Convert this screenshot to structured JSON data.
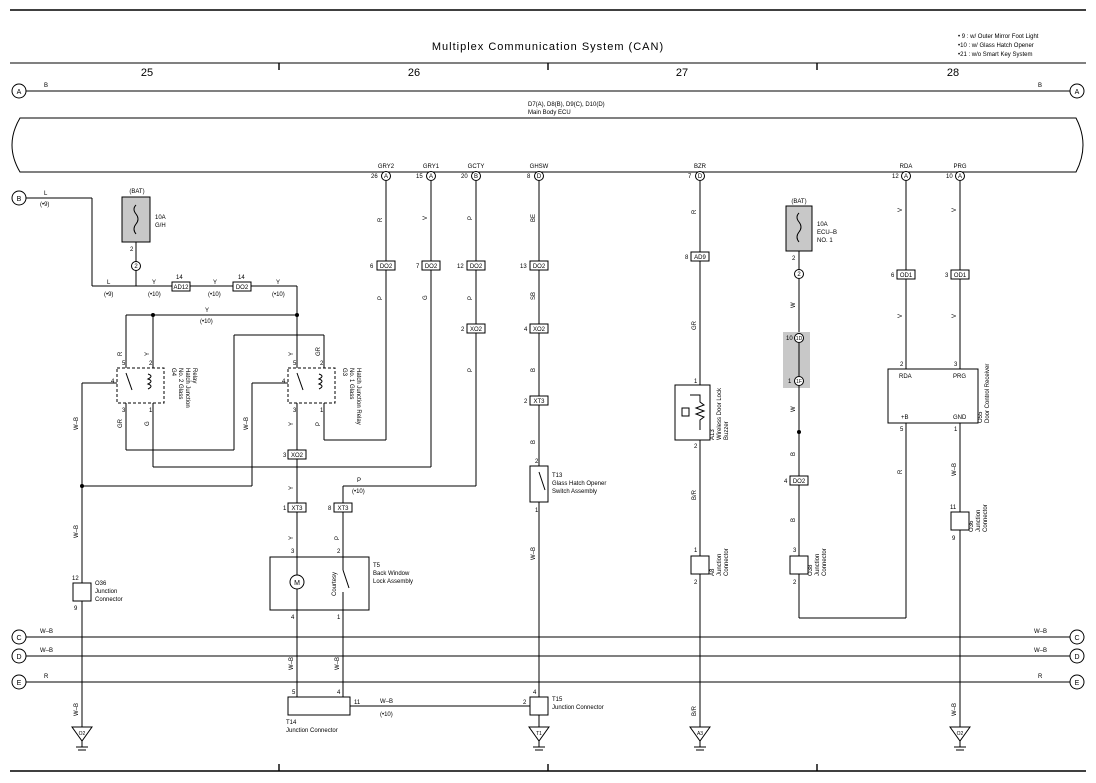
{
  "title": "Multiplex Communication System (CAN)",
  "notes": [
    "• 9 : w/ Outer Mirror Foot Light",
    "•10 : w/ Glass Hatch Opener",
    "•21 : w/o Smart Key System"
  ],
  "columns": [
    "25",
    "26",
    "27",
    "28"
  ],
  "buses": [
    {
      "letter": "A",
      "color": "B"
    },
    {
      "letter": "C",
      "color": "W–B"
    },
    {
      "letter": "D",
      "color": "W–B"
    },
    {
      "letter": "E",
      "color": "R"
    }
  ],
  "ecu": {
    "codes": "D7(A), D8(B), D9(C), D10(D)",
    "name": "Main Body ECU"
  },
  "input_b": {
    "letter": "B",
    "color": "L",
    "note": "(•9)"
  },
  "fuse_gh": {
    "source": "(BAT)",
    "rating": "10A",
    "name": "G/H",
    "pin": "2",
    "connector": "2"
  },
  "wire_y": {
    "color": "Y",
    "note": "(•10)"
  },
  "wire_wb": {
    "color": "W–B",
    "note": "(•10)"
  },
  "connectors": {
    "ad12": {
      "name": "AD12",
      "pin": "14"
    },
    "do2_top": {
      "name": "DO2",
      "pin": "14"
    },
    "xo2_left": {
      "name": "XO2",
      "pin": "3"
    },
    "xt3_a": {
      "name": "XT3",
      "pin": "1"
    },
    "xt3_b": {
      "name": "XT3",
      "pin": "8"
    }
  },
  "relay2": {
    "pins": [
      "5",
      "2",
      "4",
      "3",
      "1"
    ],
    "code": "G4",
    "name1": "No. 2 Glass",
    "name2": "Hatch Junction",
    "name3": "Relay",
    "wire_r": "R",
    "wire_y": "Y",
    "wire_gr": "GR",
    "wire_g": "G"
  },
  "relay1": {
    "pins": [
      "5",
      "2",
      "4",
      "3",
      "1"
    ],
    "code": "G3",
    "name1": "No. 1 Glass",
    "name2": "Hatch Junction Relay",
    "wire_y": "Y",
    "wire_gr": "GR",
    "wire_p": "P"
  },
  "signals": [
    {
      "name": "GRY2",
      "conn": "A",
      "pin": "26",
      "color": "R",
      "mid_conn": "DO2",
      "mid_pin": "6",
      "color2": "P"
    },
    {
      "name": "GRY1",
      "conn": "A",
      "pin": "15",
      "color": "V",
      "mid_conn": "DO2",
      "mid_pin": "7",
      "color2": "G"
    },
    {
      "name": "GCTY",
      "conn": "B",
      "pin": "20",
      "color": "P",
      "note": "(•10)",
      "mid_conn": "DO2",
      "mid_pin": "12",
      "low_conn": "XO2",
      "low_pin": "2"
    },
    {
      "name": "GHSW",
      "conn": "D",
      "pin": "8",
      "color": "BE",
      "mid_conn": "DO2",
      "mid_pin": "13",
      "color2": "SB",
      "low_conn": "XO2",
      "low_pin": "4",
      "color3": "B",
      "xt3_conn": "XT3",
      "xt3_pin": "2"
    },
    {
      "name": "BZR",
      "conn": "D",
      "pin": "7",
      "color": "R",
      "mid_conn": "AD9",
      "mid_pin": "8",
      "color2": "GR",
      "color3": "B/R"
    },
    {
      "name": "RDA",
      "conn": "A",
      "pin": "12",
      "color": "V",
      "mid_conn": "OD1",
      "mid_pin": "6"
    },
    {
      "name": "PRG",
      "conn": "A",
      "pin": "10",
      "color": "V",
      "mid_conn": "OD1",
      "mid_pin": "3"
    }
  ],
  "t13": {
    "pin_top": "2",
    "pin_bottom": "1",
    "code": "T13",
    "name1": "Glass Hatch Opener",
    "name2": "Switch Assembly"
  },
  "a13": {
    "pin_top": "1",
    "pin_bottom": "2",
    "code": "A13",
    "name1": "Wireless Door Lock",
    "name2": "Buzzer"
  },
  "a8": {
    "pin_top": "1",
    "pin_bottom": "2",
    "code": "A8",
    "name1": "Junction",
    "name2": "Connector"
  },
  "fuse_ecub": {
    "source": "(BAT)",
    "rating": "10A",
    "name": "ECU–B",
    "num": "NO. 1",
    "pin": "2",
    "connector": "2",
    "wire": "W",
    "wire_b": "B",
    "j1": "1D",
    "j1_pin": "10",
    "j2": "1F",
    "j2_pin": "1",
    "do2": "DO2",
    "do2_pin": "4"
  },
  "o38": {
    "pin_top": "3",
    "pin_bottom": "2",
    "code": "O38",
    "name1": "Junction",
    "name2": "Connector"
  },
  "o55": {
    "pin_rda": "2",
    "pin_prg": "3",
    "label_rda": "RDA",
    "label_prg": "PRG",
    "label_b": "+B",
    "label_gnd": "GND",
    "pin_b": "5",
    "pin_gnd": "1",
    "code": "O55",
    "name": "Door Control Receiver",
    "wire_r": "R"
  },
  "o36r": {
    "pin_top": "11",
    "pin_bottom": "9",
    "code": "O36",
    "name1": "Junction",
    "name2": "Connector"
  },
  "o36l": {
    "pin_top": "12",
    "pin_bottom": "9",
    "code": "O36",
    "name1": "Junction",
    "name2": "Connector"
  },
  "t5": {
    "motor": "M",
    "switch_label": "Courtesy",
    "pin_a": "3",
    "pin_b": "2",
    "pin_c": "4",
    "pin_d": "1",
    "code": "T5",
    "name1": "Back Window",
    "name2": "Lock Assembly"
  },
  "t14": {
    "pin_a": "5",
    "pin_b": "4",
    "pin_c": "11",
    "code": "T14",
    "name": "Junction Connector"
  },
  "t15": {
    "pin_top": "4",
    "pin_left": "2",
    "code": "T15",
    "name": "Junction Connector"
  },
  "grounds": [
    "O2",
    "T1",
    "A3",
    "O2"
  ]
}
